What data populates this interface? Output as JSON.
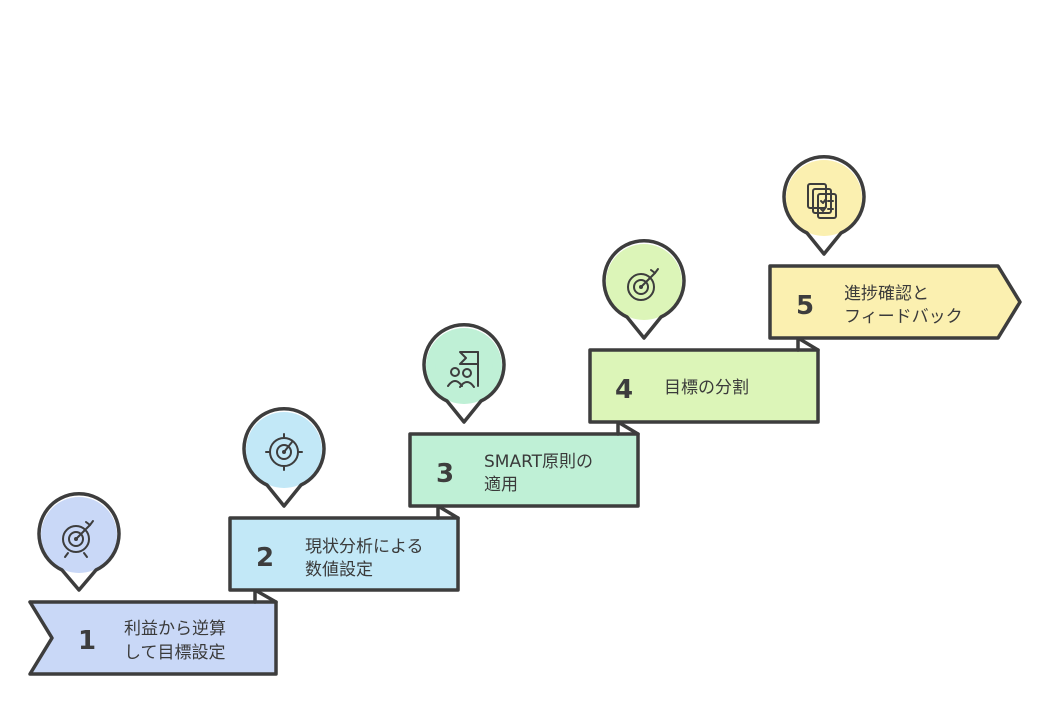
{
  "steps": [
    {
      "number": "1",
      "line1": "利益から逆算",
      "line2": "して目標設定",
      "icon": "target-arrow-icon",
      "color": "#c9d8f7"
    },
    {
      "number": "2",
      "line1": "現状分析による",
      "line2": "数値設定",
      "icon": "gauge-target-icon",
      "color": "#c2e8f7"
    },
    {
      "number": "3",
      "line1": "SMART原則の",
      "line2": "適用",
      "icon": "team-flag-icon",
      "color": "#bff0d6"
    },
    {
      "number": "4",
      "line1": "目標の分割",
      "line2": "",
      "icon": "target-arrow-icon",
      "color": "#dcf5b8"
    },
    {
      "number": "5",
      "line1": "進捗確認と",
      "line2": "フィードバック",
      "icon": "checklist-documents-icon",
      "color": "#fbf0b0"
    }
  ],
  "colors": {
    "outline": "#3d3d3d",
    "text": "#3a3a3a"
  }
}
